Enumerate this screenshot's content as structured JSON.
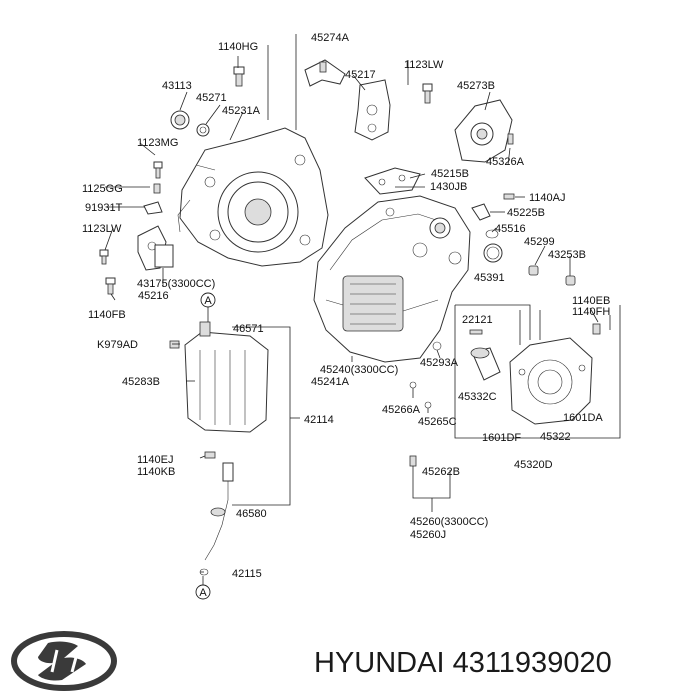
{
  "labels": {
    "l_1140HG": "1140HG",
    "l_45274A": "45274A",
    "l_43113": "43113",
    "l_45271": "45271",
    "l_45231A": "45231A",
    "l_45217": "45217",
    "l_1123LW_top": "1123LW",
    "l_45273B": "45273B",
    "l_1123MG": "1123MG",
    "l_45326A": "45326A",
    "l_45215B": "45215B",
    "l_1430JB": "1430JB",
    "l_1125GG": "1125GG",
    "l_1140AJ": "1140AJ",
    "l_91931T": "91931T",
    "l_45225B": "45225B",
    "l_45516": "45516",
    "l_1123LW_left": "1123LW",
    "l_45299": "45299",
    "l_43253B": "43253B",
    "l_45391": "45391",
    "l_43175": "43175(3300CC)",
    "l_45216": "45216",
    "l_1140EB": "1140EB",
    "l_1140FH": "1140FH",
    "l_1140FB": "1140FB",
    "l_22121": "22121",
    "l_46571": "46571",
    "l_K979AD": "K979AD",
    "l_45240": "45240(3300CC)",
    "l_45241A": "45241A",
    "l_45293A": "45293A",
    "l_45283B": "45283B",
    "l_45332C": "45332C",
    "l_45266A": "45266A",
    "l_1601DA": "1601DA",
    "l_42114": "42114",
    "l_45265C": "45265C",
    "l_1601DF": "1601DF",
    "l_45322": "45322",
    "l_1140EJ": "1140EJ",
    "l_1140KB": "1140KB",
    "l_45320D": "45320D",
    "l_45262B": "45262B",
    "l_46580": "46580",
    "l_45260": "45260(3300CC)",
    "l_45260J": "45260J",
    "l_42115": "42115",
    "ref_A_top": "A",
    "ref_A_bottom": "A"
  },
  "footer": {
    "brand_text": "HYUNDAI 4311939020"
  },
  "icons": {
    "logo": "hyundai-logo"
  }
}
